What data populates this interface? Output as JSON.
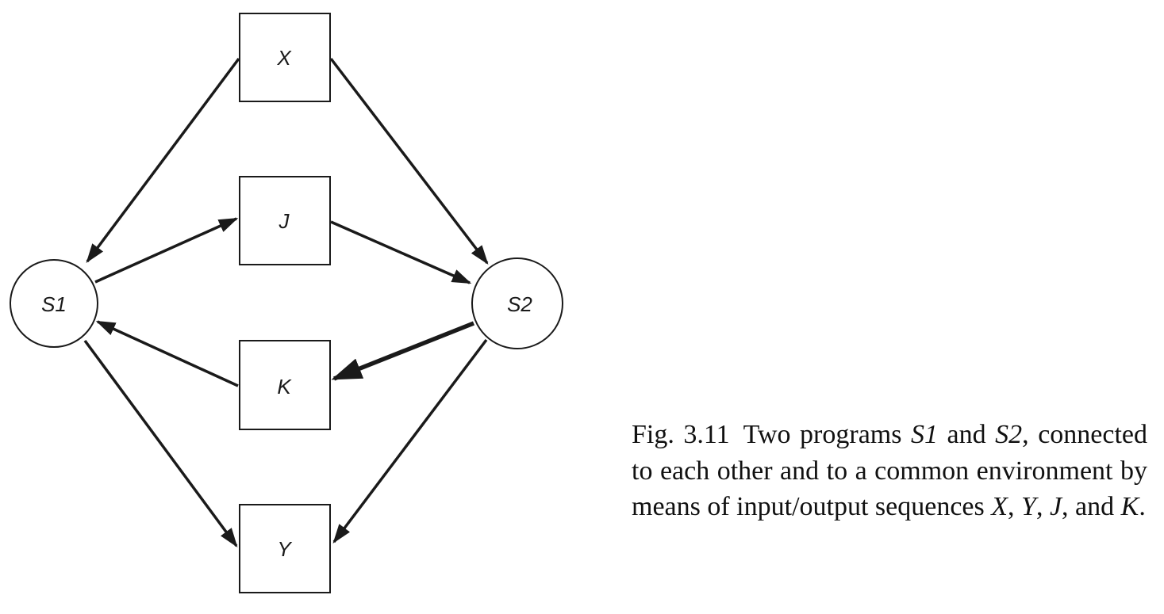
{
  "nodes": {
    "S1": "S1",
    "S2": "S2",
    "X": "X",
    "J": "J",
    "K": "K",
    "Y": "Y"
  },
  "caption": {
    "label": "Fig. 3.11",
    "text_1": "Two programs ",
    "s1": "S1",
    "text_2": " and ",
    "s2": "S2",
    "text_3": ", connected to each other and to a common environment by means of input/output sequences ",
    "x": "X",
    "sep_1": ", ",
    "y": "Y",
    "sep_2": ", ",
    "j": "J",
    "sep_3": ", and ",
    "k": "K",
    "end": "."
  },
  "colors": {
    "stroke": "#1a1a1a",
    "text": "#111111",
    "background": "#ffffff"
  }
}
